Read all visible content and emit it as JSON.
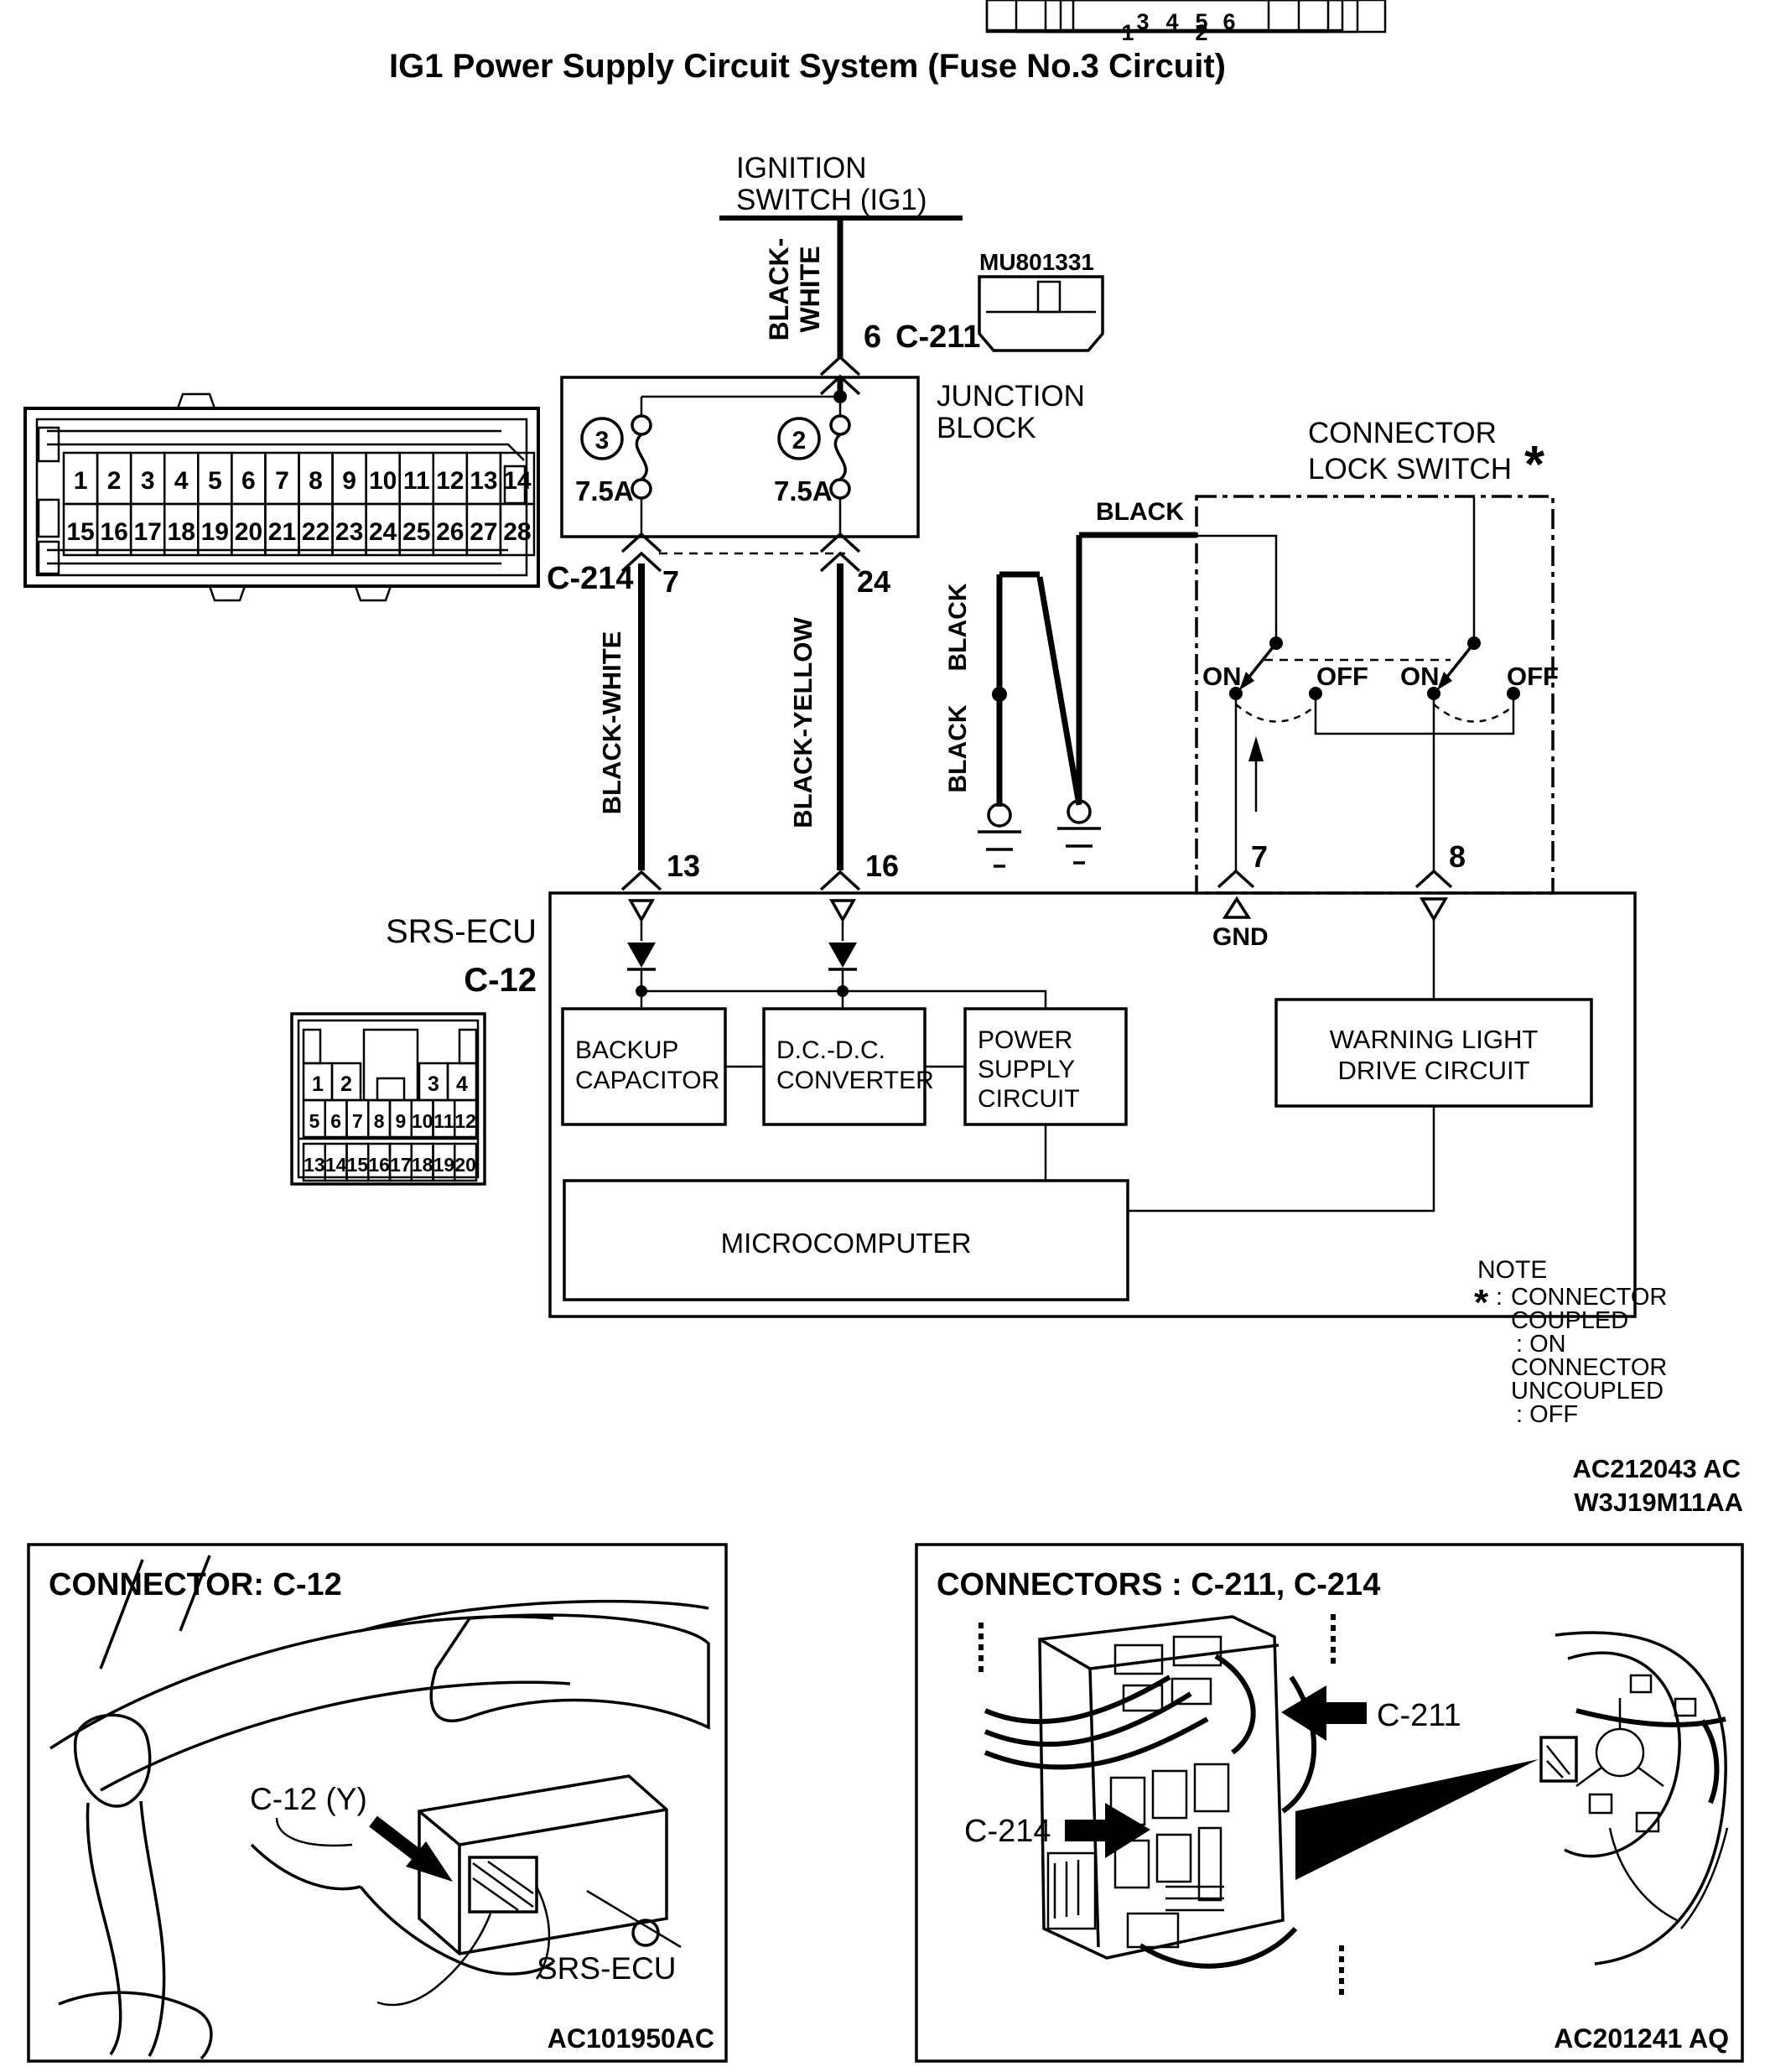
{
  "title": "IG1 Power Supply Circuit System (Fuse No.3 Circuit)",
  "ignition_switch": {
    "l1": "IGNITION",
    "l2": "SWITCH (IG1)"
  },
  "wires": {
    "bw_l1": "BLACK-",
    "bw_l2": "WHITE",
    "black_white": "BLACK-WHITE",
    "black_yellow": "BLACK-YELLOW",
    "black": "BLACK"
  },
  "mu_connector": {
    "code": "MU801331"
  },
  "c211": {
    "pin": "6",
    "name": "C-211"
  },
  "junction_block": {
    "l1": "JUNCTION",
    "l2": "BLOCK",
    "fuse_left": {
      "number": "3",
      "rating": "7.5A"
    },
    "fuse_right": {
      "number": "2",
      "rating": "7.5A"
    },
    "connector": "C-214",
    "pin_left": "7",
    "pin_right": "24"
  },
  "lock_switch": {
    "l1": "CONNECTOR",
    "l2": "LOCK SWITCH",
    "star": "*",
    "on": "ON",
    "off": "OFF"
  },
  "srs": {
    "name": "SRS-ECU",
    "connector": "C-12",
    "p13": "13",
    "p16": "16",
    "p7": "7",
    "p8": "8",
    "gnd": "GND",
    "backup_l1": "BACKUP",
    "backup_l2": "CAPACITOR",
    "dcdc_l1": "D.C.-D.C.",
    "dcdc_l2": "CONVERTER",
    "power_l1": "POWER",
    "power_l2": "SUPPLY",
    "power_l3": "CIRCUIT",
    "micro": "MICROCOMPUTER",
    "warn_l1": "WARNING LIGHT",
    "warn_l2": "DRIVE CIRCUIT"
  },
  "note": {
    "heading": "NOTE",
    "star": "*",
    "colon": ":",
    "l1": "CONNECTOR",
    "l2": "COUPLED",
    "l3": ": ON",
    "l4": "CONNECTOR",
    "l5": "UNCOUPLED",
    "l6": ": OFF"
  },
  "codes": {
    "diagram": "AC212043 AC",
    "sheet": "W3J19M11AA",
    "panel_left": "AC101950AC",
    "panel_right": "AC201241 AQ"
  },
  "panel_left": {
    "title": "CONNECTOR: C-12",
    "label": "C-12 (Y)",
    "ecu": "SRS-ECU"
  },
  "panel_right": {
    "title": "CONNECTORS : C-211, C-214",
    "c211": "C-211",
    "c214": "C-214"
  },
  "pinout": {
    "c214_row1": [
      "1",
      "2",
      "3",
      "4",
      "5",
      "6",
      "7",
      "8",
      "9",
      "10",
      "11",
      "12",
      "13",
      "14"
    ],
    "c214_row2": [
      "15",
      "16",
      "17",
      "18",
      "19",
      "20",
      "21",
      "22",
      "23",
      "24",
      "25",
      "26",
      "27",
      "28"
    ],
    "c12_row1": [
      "1",
      "2",
      "3",
      "4"
    ],
    "c12_row2": [
      "5",
      "6",
      "7",
      "8",
      "9",
      "10",
      "11",
      "12"
    ],
    "c12_row3": [
      "13",
      "14",
      "15",
      "16",
      "17",
      "18",
      "19",
      "20"
    ],
    "mu_row1": [
      "1",
      "2"
    ],
    "mu_row2": [
      "3",
      "4",
      "5",
      "6"
    ]
  }
}
